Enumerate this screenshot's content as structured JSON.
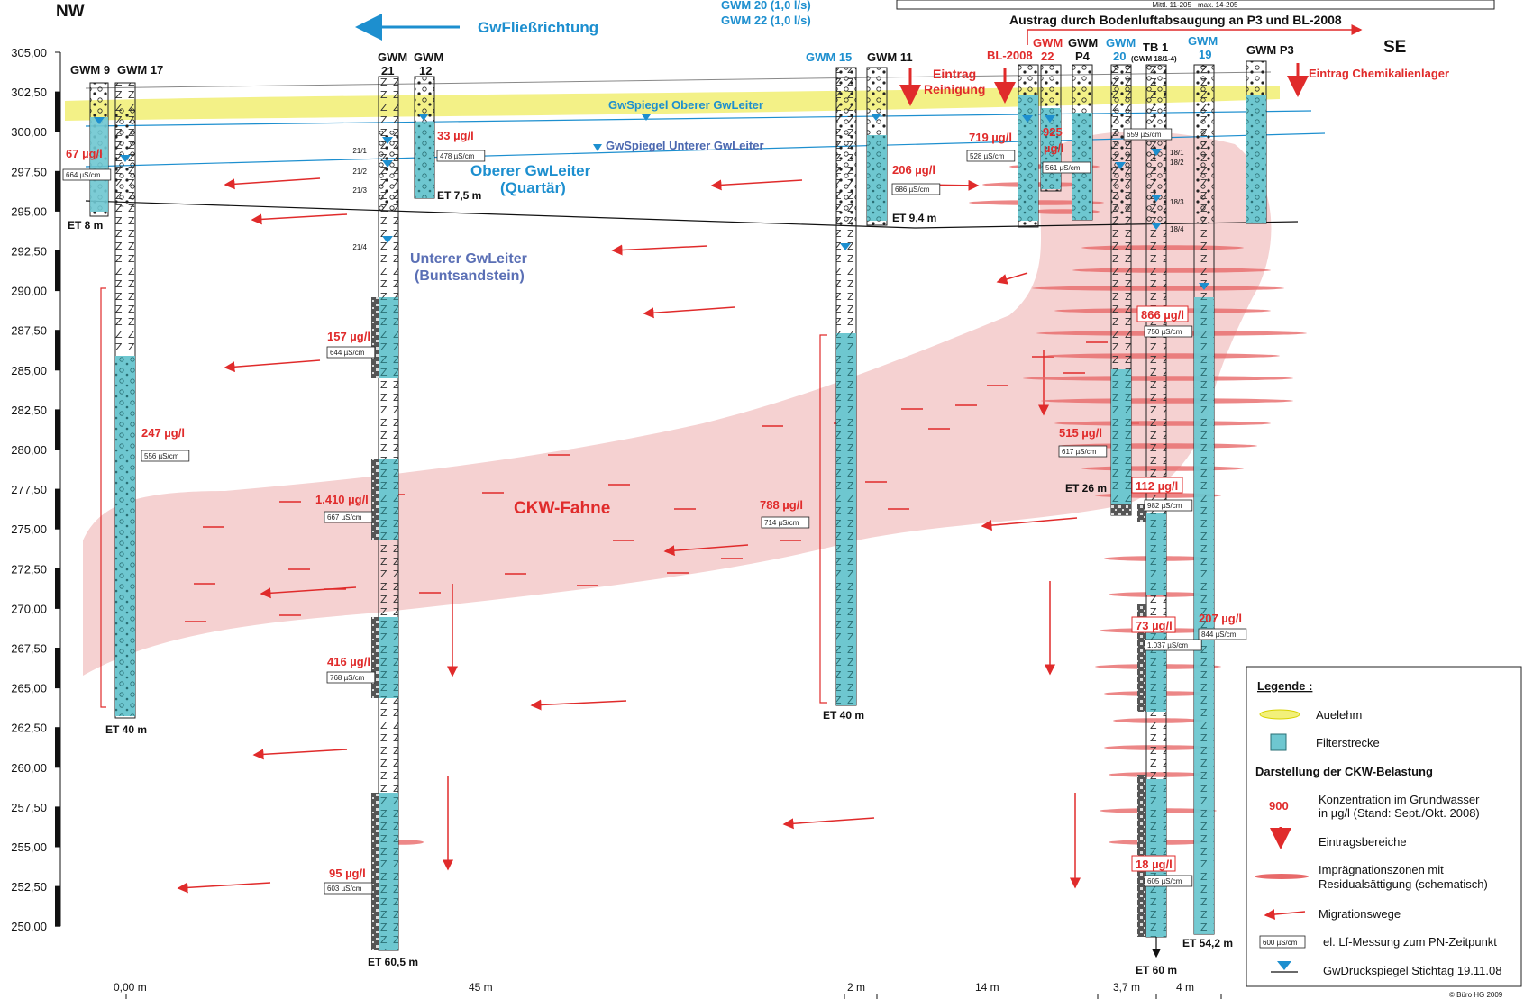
{
  "corner_left": "NW",
  "corner_right": "SE",
  "top_note_blue": [
    "GWM 20 (1,0 l/s)",
    "GWM 22 (1,0 l/s)"
  ],
  "top_note_box": "Mittl. 11-205 · max. 14-205",
  "flow_label": "GwFließrichtung",
  "austrag": "Austrag durch Bodenluftabsaugung an P3 und BL-2008",
  "eintrag_reinigung": [
    "Eintrag",
    "Reinigung"
  ],
  "eintrag_chem": "Eintrag Chemikalienlager",
  "gwspiegel_oben": "GwSpiegel Oberer GwLeiter",
  "gwspiegel_unten": "GwSpiegel Unterer GwLeiter",
  "oberer_gwleiter": [
    "Oberer GwLeiter",
    "(Quartär)"
  ],
  "unterer_gwleiter": [
    "Unterer GwLeiter",
    "(Buntsandstein)"
  ],
  "ckw_fahne": "CKW-Fahne",
  "copyright": "© Büro HG 2009",
  "y_axis": [
    "305,00",
    "302,50",
    "300,00",
    "297,50",
    "295,00",
    "292,50",
    "290,00",
    "287,50",
    "285,00",
    "282,50",
    "280,00",
    "277,50",
    "275,00",
    "272,50",
    "270,00",
    "267,50",
    "265,00",
    "262,50",
    "260,00",
    "257,50",
    "255,00",
    "252,50",
    "250,00"
  ],
  "wells": {
    "gwm9": "GWM 9",
    "gwm17": "GWM 17",
    "gwm21": [
      "GWM",
      "21"
    ],
    "gwm12": [
      "GWM",
      "12"
    ],
    "gwm15": "GWM 15",
    "gwm11": "GWM 11",
    "bl2008": "BL-2008",
    "gwm22": [
      "GWM",
      "22"
    ],
    "p4": [
      "GWM",
      "P4"
    ],
    "gwm20": [
      "GWM",
      "20"
    ],
    "tb1": [
      "TB 1",
      "(GWM 18/1-4)"
    ],
    "gwm19": [
      "GWM",
      "19"
    ],
    "p3": "GWM P3"
  },
  "end_depths": {
    "et8": "ET 8 m",
    "et40a": "ET 40 m",
    "et75": "ET 7,5 m",
    "et605": "ET 60,5 m",
    "et94": "ET 9,4 m",
    "et40b": "ET 40 m",
    "et26": "ET 26 m",
    "et60": "ET 60 m",
    "et542": "ET 54,2 m"
  },
  "sublabels": [
    "21/1",
    "21/2",
    "21/3",
    "21/4",
    "18/1",
    "18/2",
    "18/3",
    "18/4"
  ],
  "concentrations": {
    "c67": "67 µg/l",
    "c247": "247 µg/l",
    "c33": "33 µg/l",
    "c157": "157 µg/l",
    "c1410": "1.410 µg/l",
    "c416": "416 µg/l",
    "c95": "95 µg/l",
    "c206": "206 µg/l",
    "c788": "788 µg/l",
    "c719": "719 µg/l",
    "c925": "925",
    "c925u": "µg/l",
    "c866": "866 µg/l",
    "c515": "515 µg/l",
    "c112": "112 µg/l",
    "c73": "73 µg/l",
    "c18": "18 µg/l",
    "c207": "207 µg/l"
  },
  "conductivity": {
    "l664": "664 µS/cm",
    "l556": "556 µS/cm",
    "l478": "478 µS/cm",
    "l644": "644 µS/cm",
    "l667": "667 µS/cm",
    "l768": "768 µS/cm",
    "l603": "603 µS/cm",
    "l686": "686 µS/cm",
    "l714": "714 µS/cm",
    "l528": "528 µS/cm",
    "l561": "561 µS/cm",
    "l659": "659 µS/cm",
    "l750": "750 µS/cm",
    "l617": "617 µS/cm",
    "l982": "982 µS/cm",
    "l1037": "1.037 µS/cm",
    "l605": "605 µS/cm",
    "l844": "844 µS/cm"
  },
  "distances": [
    "0,00 m",
    "45 m",
    "2 m",
    "14 m",
    "3,7 m",
    "4 m"
  ],
  "legend": {
    "title": "Legende :",
    "auelehm": "Auelehm",
    "filter": "Filterstrecke",
    "section": "Darstellung der CKW-Belastung",
    "sample_value": "900",
    "konz": [
      "Konzentration im Grundwasser",
      "in µg/l (Stand: Sept./Okt. 2008)"
    ],
    "eintrag": "Eintragsbereiche",
    "impraeg": [
      "Imprägnationszonen mit",
      "Residualsättigung (schematisch)"
    ],
    "migration": "Migrationswege",
    "lf_sample": "600 µS/cm",
    "lf": "el. Lf-Messung zum PN-Zeitpunkt",
    "gwdruck": "GwDruckspiegel Stichtag 19.11.08"
  },
  "colors": {
    "filter": "#6ec7d0",
    "plume": "#f3c9c9",
    "auelehm": "#f2f07a",
    "accent_red": "#e02b2b",
    "accent_blue": "#1d8fcf"
  }
}
